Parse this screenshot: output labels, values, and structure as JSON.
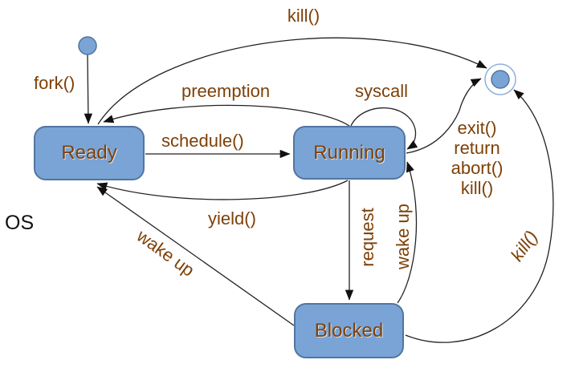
{
  "diagram": {
    "os_label": "OS",
    "states": {
      "ready": "Ready",
      "running": "Running",
      "blocked": "Blocked"
    },
    "transitions": {
      "fork": "fork()",
      "kill_from_ready": "kill()",
      "preemption": "preemption",
      "schedule": "schedule()",
      "syscall": "syscall",
      "terminate_lines": [
        "exit()",
        "return",
        "abort()",
        "kill()"
      ],
      "yield": "yield()",
      "request": "request",
      "wake_up_to_running": "wake up",
      "wake_up_to_ready": "wake up",
      "kill_from_blocked": "kill()"
    },
    "colors": {
      "state_fill": "#7aa4d6",
      "state_border": "#51759f",
      "final_ring": "#8fb0d9",
      "label_text": "#7e4007",
      "line_color": "#222222"
    }
  }
}
